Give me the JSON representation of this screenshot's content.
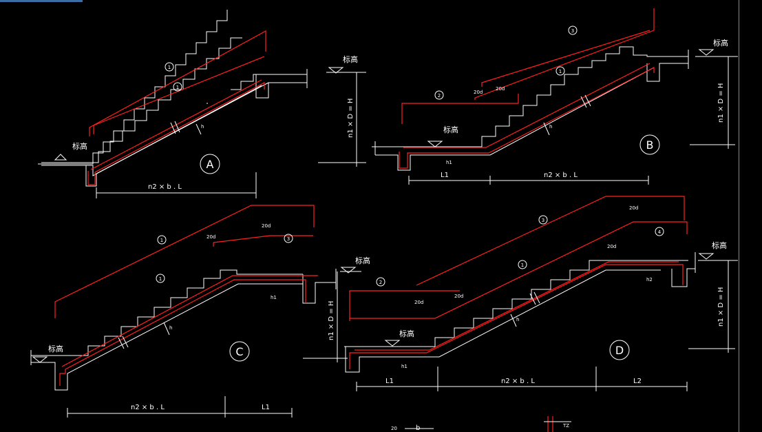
{
  "labels": {
    "A": "A",
    "B": "B",
    "C": "C",
    "D": "D",
    "elevation": "标高",
    "n1": "1",
    "n2": "2",
    "n3": "3",
    "n4": "4",
    "d20": "20d",
    "dimA": "n2 × b . L",
    "dimB": "n2 × b . L",
    "dimC": "n2 × b . L",
    "dimD": "n2 × b . L",
    "L1": "L1",
    "L2": "L2",
    "height": "n1 × D = H",
    "h1": "h1",
    "h2": "h2",
    "h": "h",
    "bottom_b": "b",
    "bottom_20": "20",
    "tz": "TZ"
  },
  "colors": {
    "rebar": "#ff2020",
    "outline": "#ffffff",
    "frame": "#3aa0ff"
  }
}
